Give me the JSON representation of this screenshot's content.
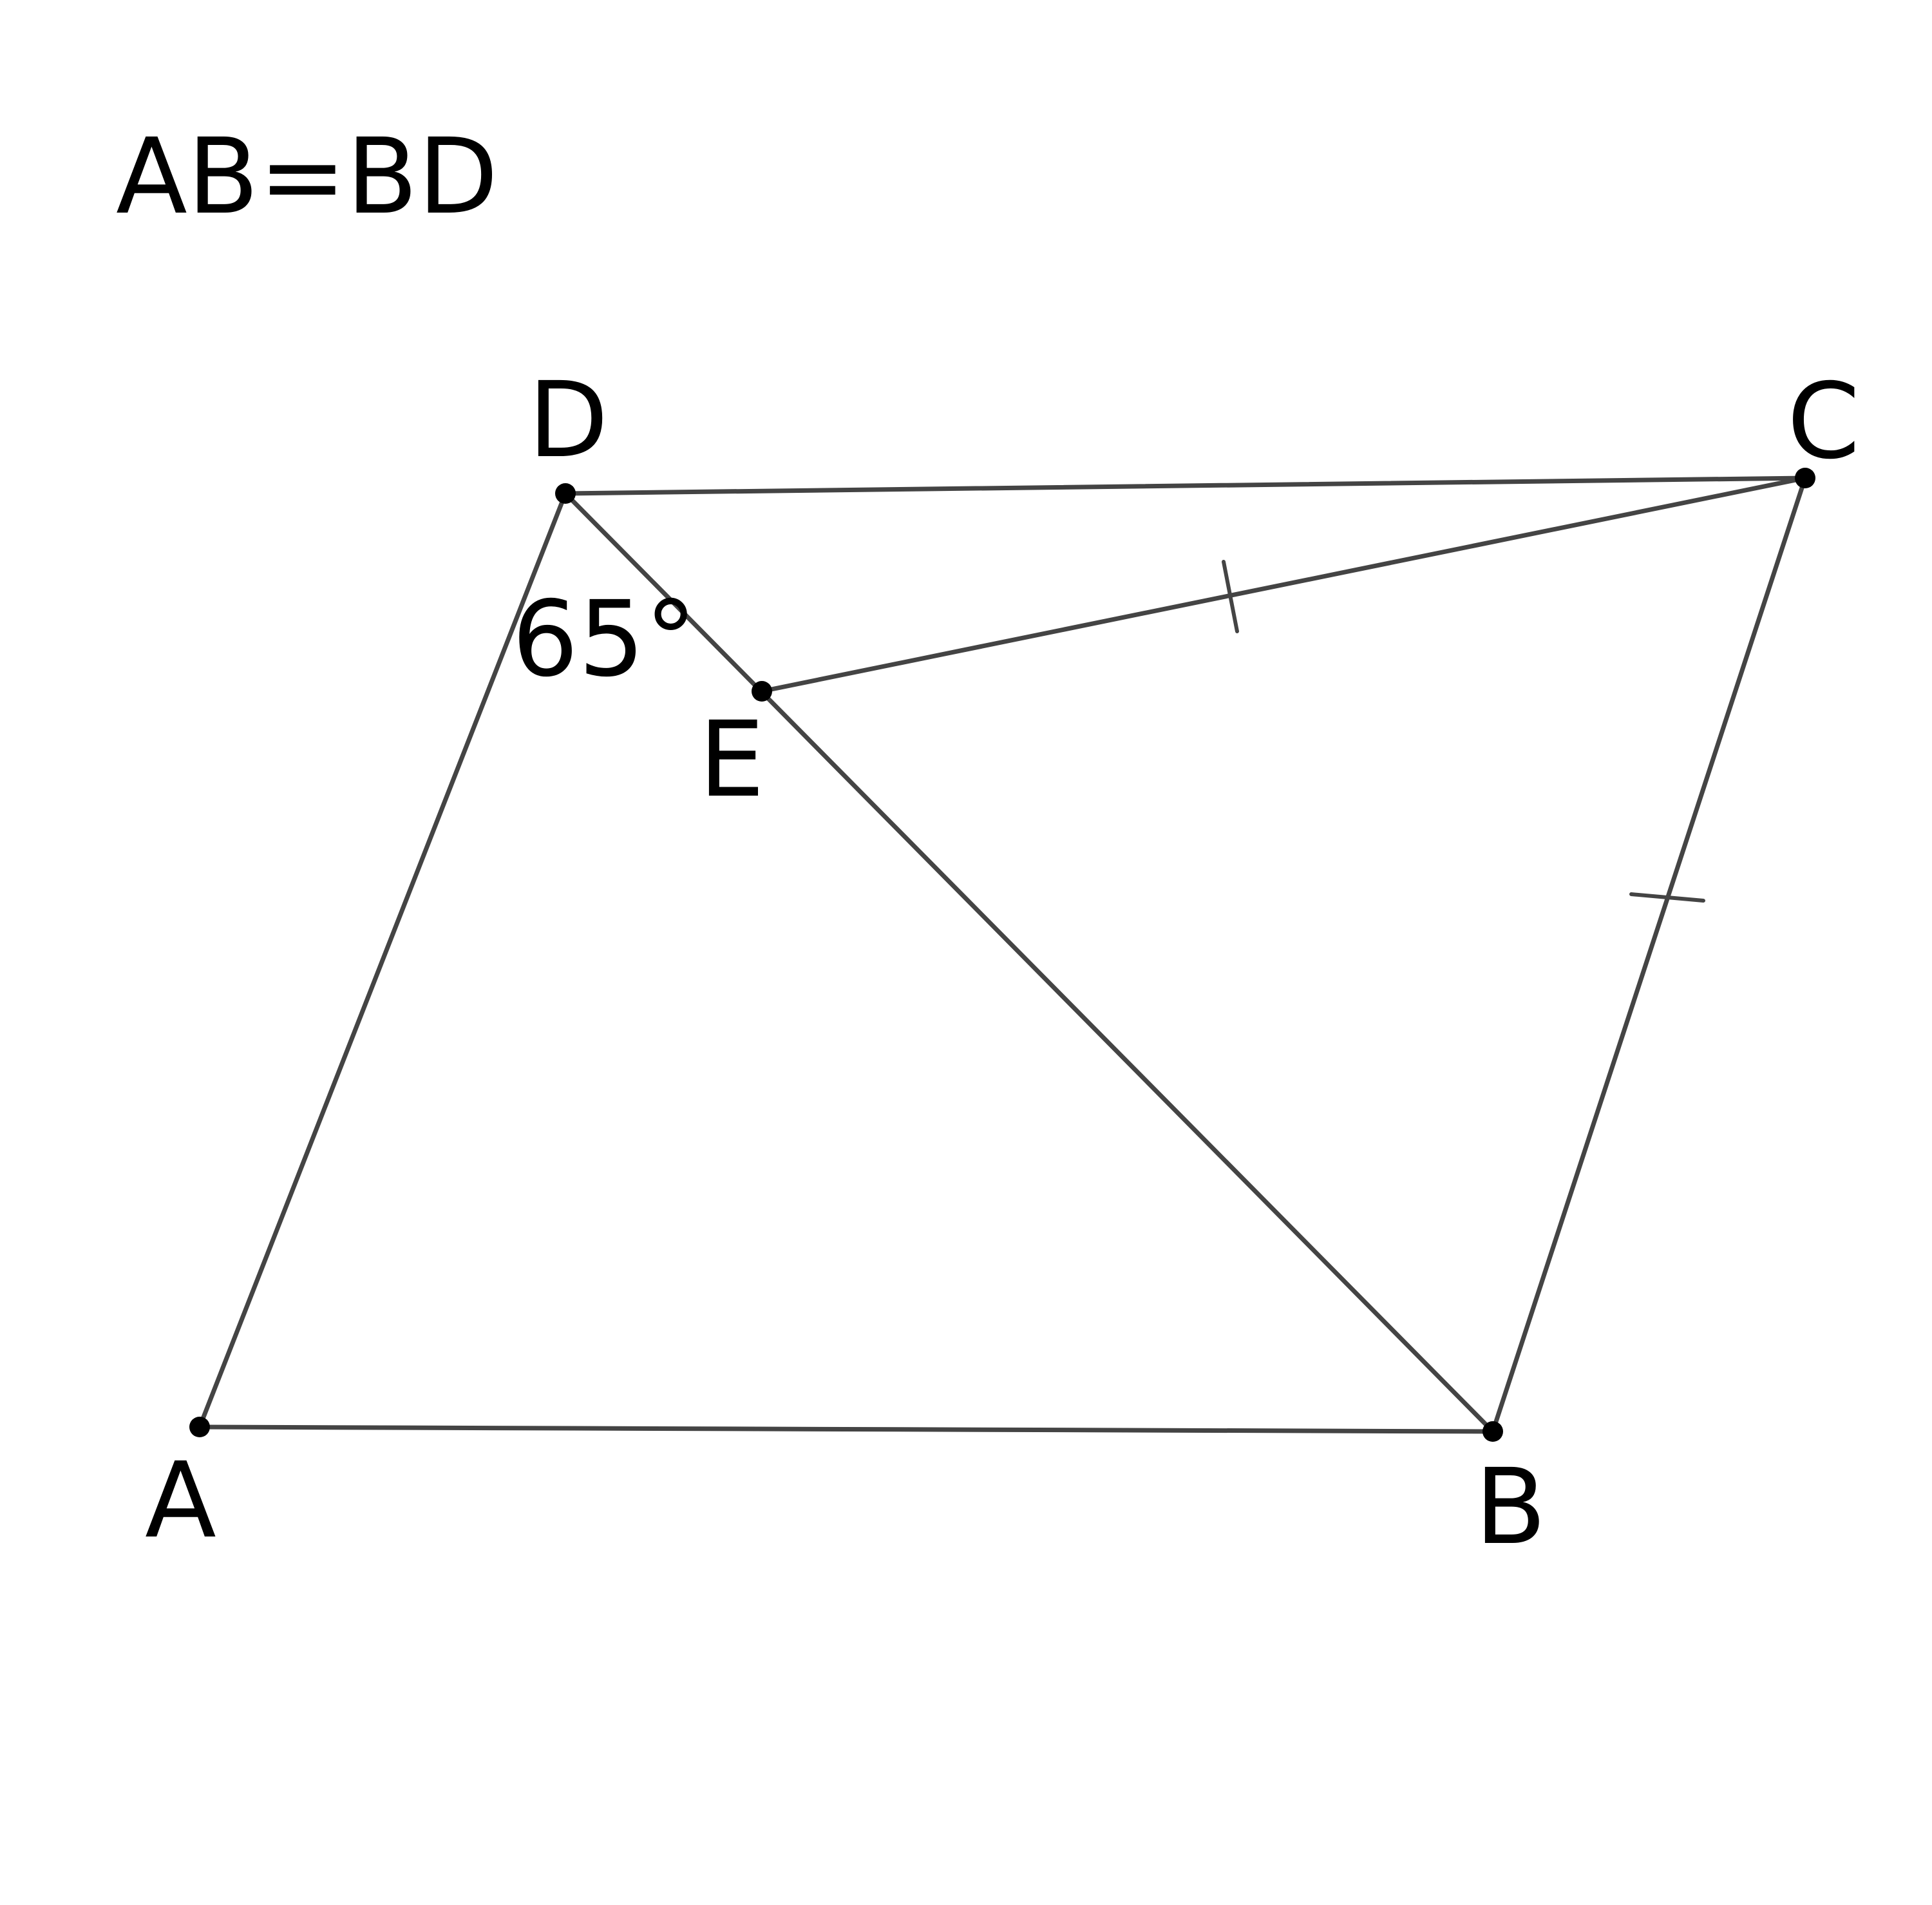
{
  "condition_text": "AB=BD",
  "points": {
    "A": "A",
    "B": "B",
    "C": "C",
    "D": "D",
    "E": "E"
  },
  "angle_label": "65°",
  "colors": {
    "line": "#444444",
    "point": "#000000",
    "text": "#000000",
    "background": "#ffffff"
  }
}
